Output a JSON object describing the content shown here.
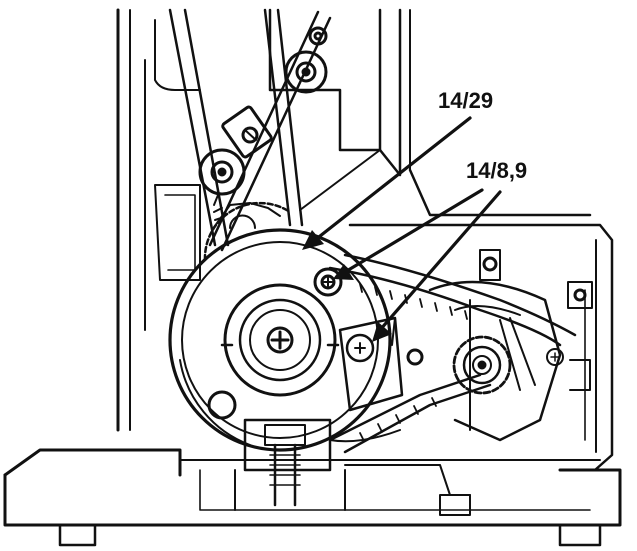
{
  "callouts": [
    {
      "id": "c1",
      "label": "14/29"
    },
    {
      "id": "c2",
      "label": "14/8,9"
    }
  ],
  "colors": {
    "ink": "#111111",
    "paper": "#ffffff"
  }
}
